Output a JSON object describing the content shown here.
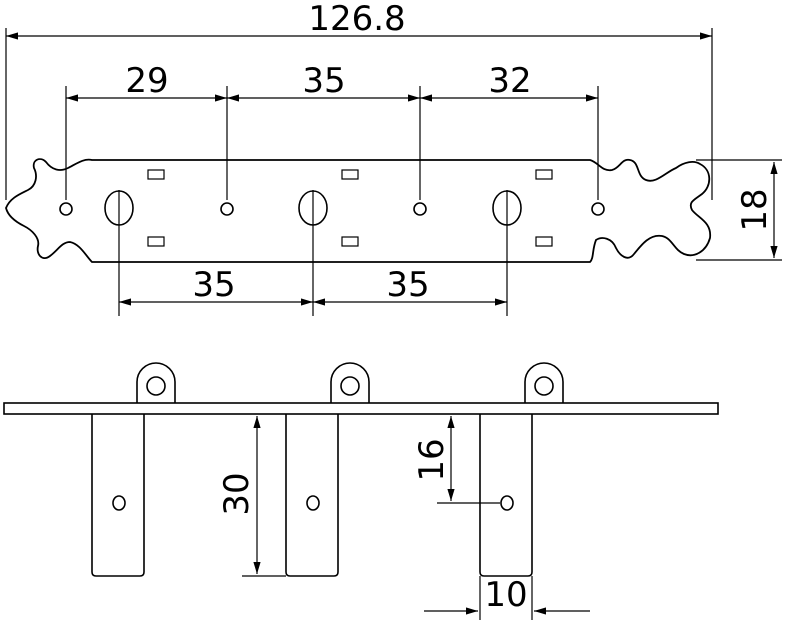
{
  "top_view": {
    "dims": {
      "overall_length": "126.8",
      "span_1": "29",
      "span_2": "35",
      "span_3": "32",
      "height": "18",
      "spacing_1": "35",
      "spacing_2": "35"
    }
  },
  "bottom_view": {
    "dims": {
      "leg_length": "30",
      "hole_offset": "16",
      "leg_width": "10"
    }
  }
}
